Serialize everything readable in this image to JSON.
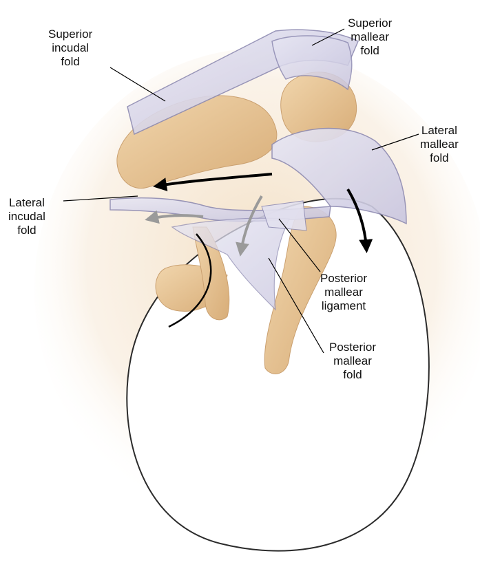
{
  "labels": {
    "superior_incudal_fold": [
      "Superior",
      "incudal",
      "fold"
    ],
    "superior_mallear_fold": [
      "Superior",
      "mallear",
      "fold"
    ],
    "lateral_mallear_fold": [
      "Lateral",
      "mallear",
      "fold"
    ],
    "lateral_incudal_fold": [
      "Lateral",
      "incudal",
      "fold"
    ],
    "posterior_mallear_ligament": [
      "Posterior",
      "mallear",
      "ligament"
    ],
    "posterior_mallear_fold": [
      "Posterior",
      "mallear",
      "fold"
    ]
  },
  "colors": {
    "bone": "#e9c99c",
    "bone_shadow": "#d4a873",
    "fold_membrane": "#d9d7ea",
    "fold_edge": "#b7b4d2",
    "eardrum_fill": "#ffffff",
    "halo": "#f6e6cf",
    "arrow_main": "#000000",
    "arrow_faded": "#9a9a9a",
    "leader_line": "#000000"
  }
}
